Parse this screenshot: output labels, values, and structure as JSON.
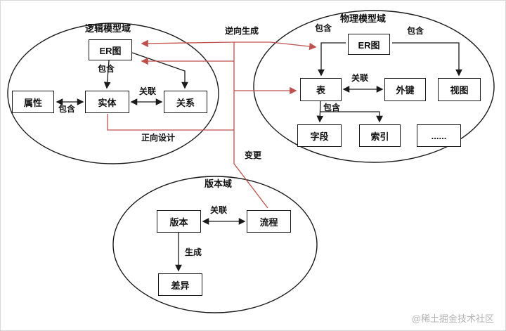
{
  "colors": {
    "line": "#1a1a1a",
    "red": "#c0504d"
  },
  "logical": {
    "title": "逻辑模型域",
    "er": "ER图",
    "attr": "属性",
    "entity": "实体",
    "relation": "关系",
    "contain_er": "包含",
    "contain_attr": "包含",
    "assoc": "关联"
  },
  "physical": {
    "title": "物理模型域",
    "er": "ER图",
    "table": "表",
    "fk": "外键",
    "view": "视图",
    "field": "字段",
    "index": "索引",
    "more": "......",
    "contain_left": "包含",
    "contain_right": "包含",
    "contain_table": "包含",
    "assoc": "关联"
  },
  "version": {
    "title": "版本域",
    "version": "版本",
    "flow": "流程",
    "diff": "差异",
    "assoc": "关联",
    "generate": "生成"
  },
  "edges": {
    "reverse": "逆向生成",
    "forward": "正向设计",
    "change": "变更"
  },
  "watermark": "@稀土掘金技术社区"
}
